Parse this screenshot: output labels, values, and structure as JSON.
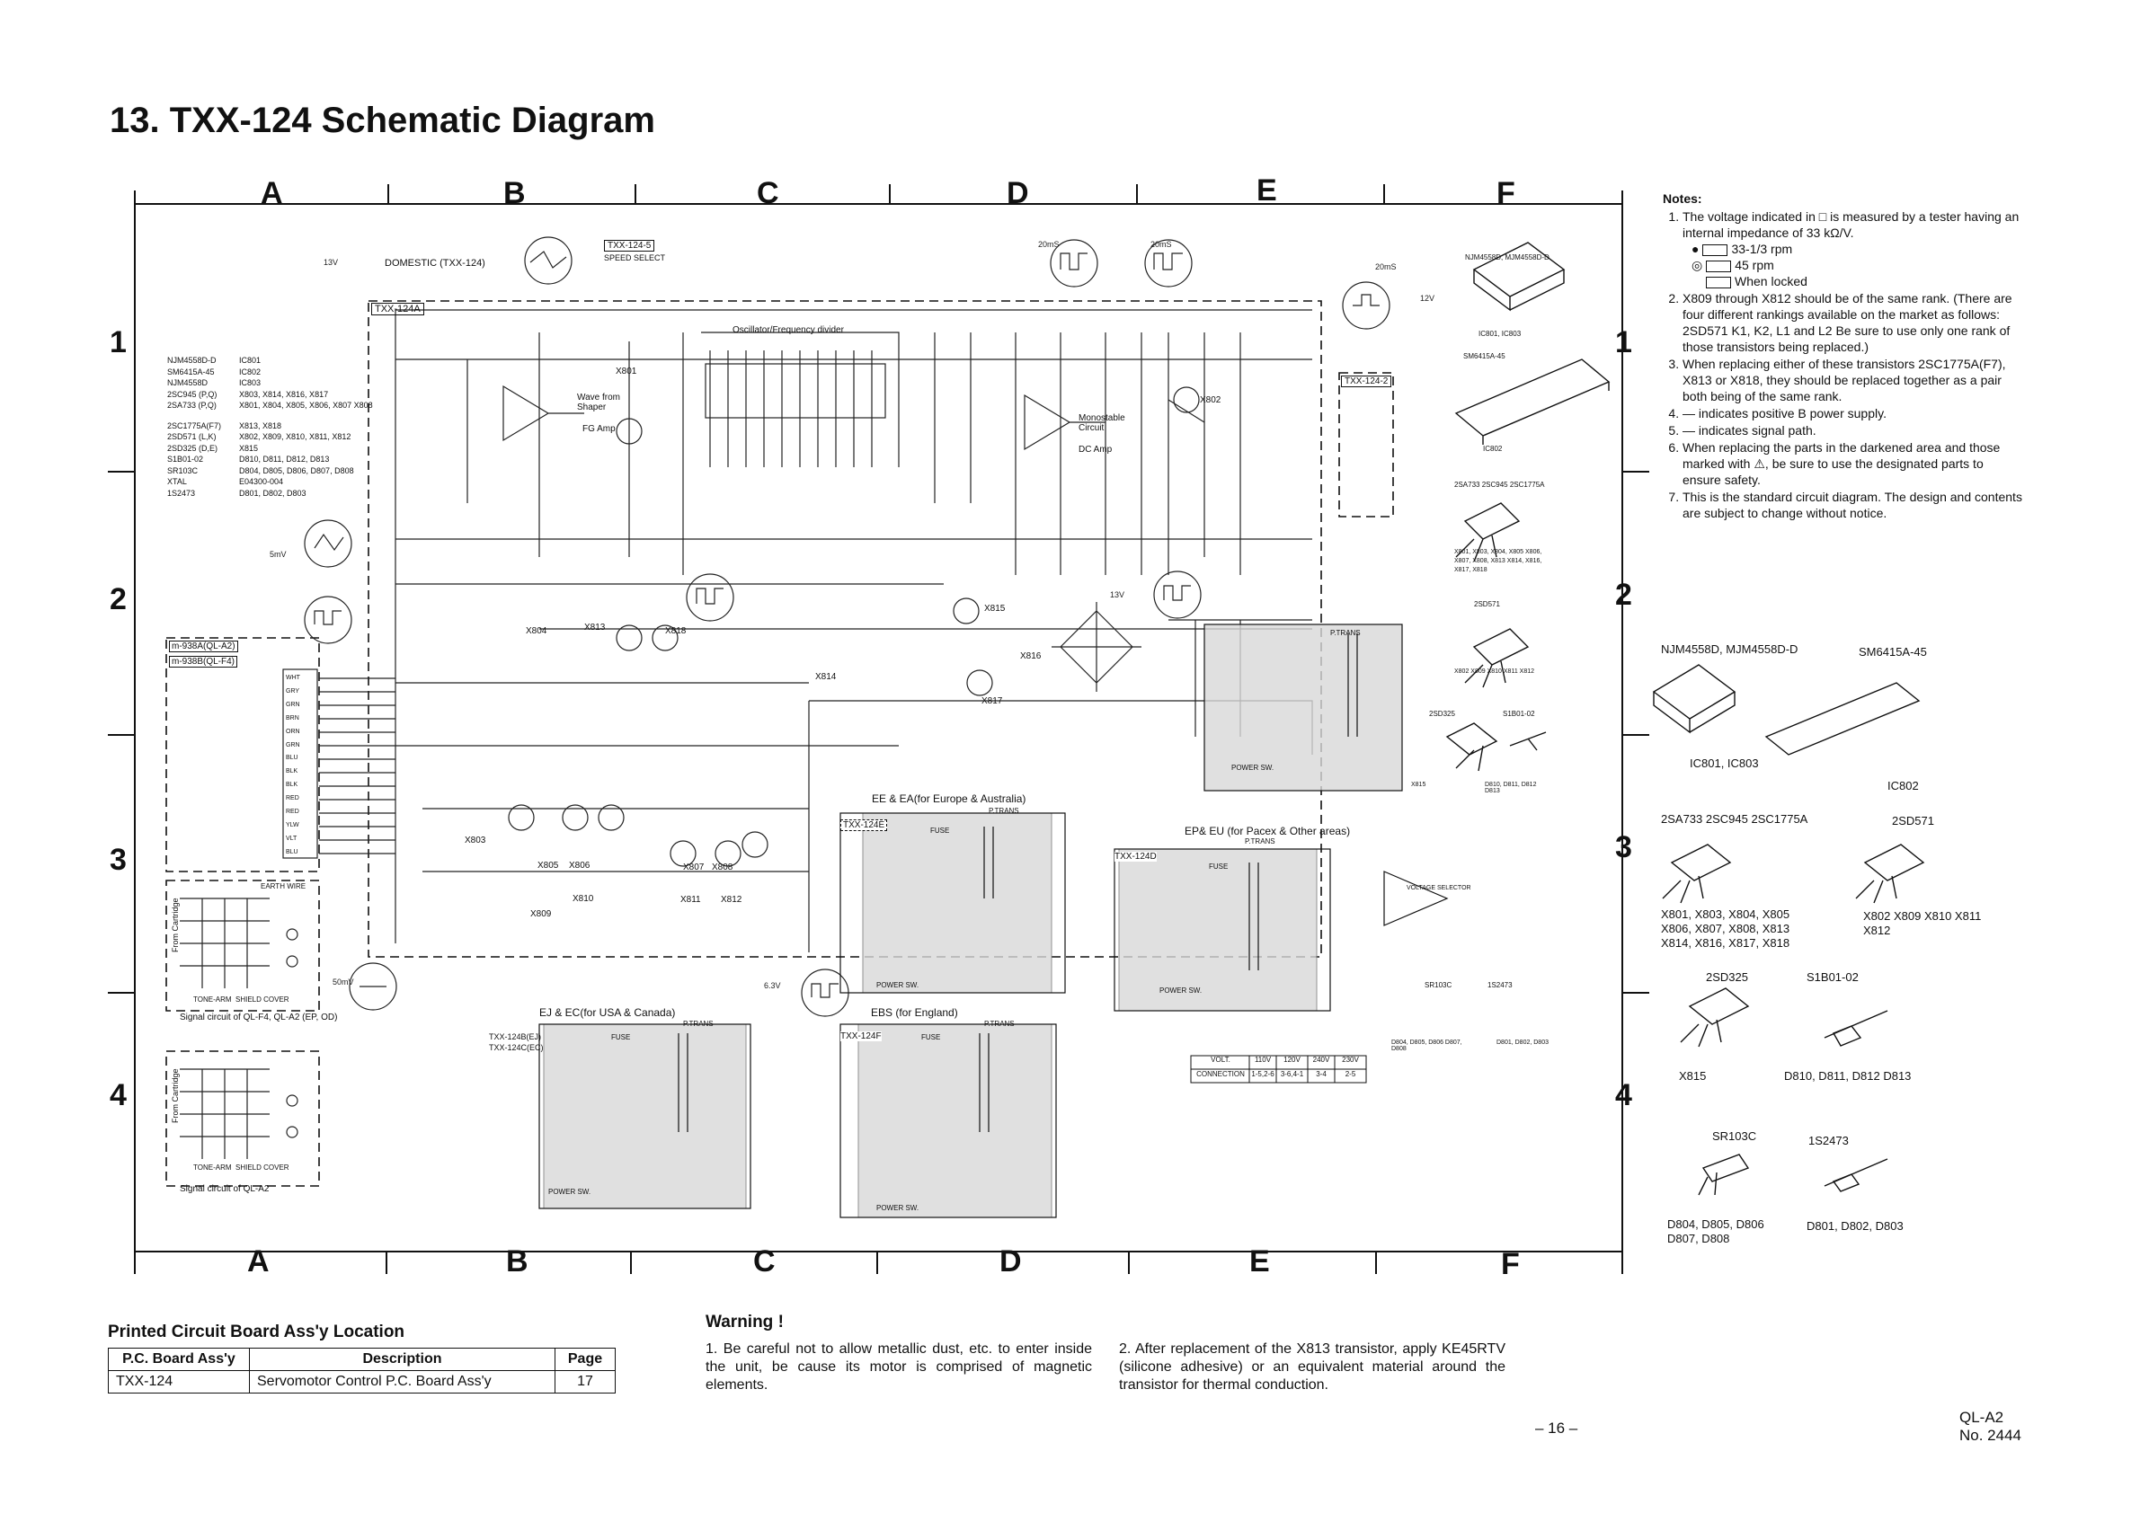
{
  "title": "13. TXX-124 Schematic Diagram",
  "grid": {
    "columns": [
      "A",
      "B",
      "C",
      "D",
      "E",
      "F"
    ],
    "rows": [
      "1",
      "2",
      "3",
      "4"
    ]
  },
  "schematic": {
    "domestic_label": "DOMESTIC (TXX-124)",
    "board_label": "TXX-124A",
    "board_label_2": "TXX-124-2",
    "board_label_5": "TXX-124-5",
    "speed_select": "SPEED SELECT",
    "osc_label": "Oscillator/Frequency divider",
    "wave_shaper": "Wave from Shaper",
    "fg_amp": "FG Amp",
    "monostable": "Monostable Circuit",
    "dc_amp": "DC Amp",
    "ic_list": [
      {
        "part": "NJM4558D-D",
        "ref": "IC801"
      },
      {
        "part": "SM6415A-45",
        "ref": "IC802"
      },
      {
        "part": "NJM4558D",
        "ref": "IC803"
      },
      {
        "part": "2SC945 (P,Q)",
        "ref": "X803, X814, X816, X817"
      },
      {
        "part": "2SA733 (P,Q)",
        "ref": "X801, X804, X805, X806, X807 X808"
      },
      {
        "part": "2SC1775A(F7)",
        "ref": "X813, X818"
      },
      {
        "part": "2SD571 (L,K)",
        "ref": "X802, X809, X810, X811, X812"
      },
      {
        "part": "2SD325 (D,E)",
        "ref": "X815"
      },
      {
        "part": "S1B01-02",
        "ref": "D810, D811, D812, D813"
      },
      {
        "part": "SR103C",
        "ref": "D804, D805, D806, D807, D808"
      },
      {
        "part": "XTAL",
        "ref": "E04300-004"
      },
      {
        "part": "1S2473",
        "ref": "D801, D802, D803"
      }
    ],
    "cartridge_label": "From Cartridge",
    "signal_circuit_1": "Signal circuit of QL-F4, QL-A2 (EP, OD)",
    "signal_circuit_2": "Signal circuit of QL-A2",
    "tone_arm": "TONE-ARM",
    "shield_cover": "SHIELD COVER",
    "earth_wire": "EARTH WIRE",
    "wire_colors": [
      "WHT",
      "GRY",
      "GRN",
      "BRN",
      "ORN",
      "GRN",
      "BLU",
      "BLK",
      "BLK",
      "RED",
      "RED",
      "YLW",
      "VLT",
      "BLU"
    ],
    "m938": "m-938A(QL-A2)",
    "m938b": "m-938B(QL-F4)",
    "regions": {
      "ee_ea": "EE & EA(for Europe & Australia)",
      "ep_eu": "EP& EU (for Pacex & Other areas)",
      "ej_ec": "EJ & EC(for USA & Canada)",
      "ebs": "EBS (for England)",
      "txx_124e": "TXX-124E",
      "txx_124d": "TXX-124D",
      "txx_124f": "TXX-124F",
      "txx_124b": "TXX-124B(EJ)",
      "txx_124c": "TXX-124C(EC)",
      "power_sw": "POWER SW.",
      "p_trans": "P.TRANS",
      "fuse": "FUSE",
      "voltage_selector": "VOLTAGE SELECTOR"
    },
    "voltage_table": {
      "headers": [
        "VOLT.",
        "110V",
        "120V",
        "240V",
        "230V"
      ],
      "row": [
        "CONNECTION",
        "1-5,2-6",
        "3-6,4-1",
        "3-4",
        "2-5"
      ]
    },
    "transistors": [
      "X801",
      "X802",
      "X803",
      "X804",
      "X805",
      "X806",
      "X807",
      "X808",
      "X809",
      "X810",
      "X811",
      "X812",
      "X813",
      "X814",
      "X815",
      "X816",
      "X817",
      "X818"
    ],
    "packages": {
      "ic801": "NJM4558D, MJM4558D-D",
      "ic801_ref": "IC801, IC803",
      "ic802": "SM6415A-45",
      "ic802_ref": "IC802",
      "transistor_types": "2SA733  2SC945  2SC1775A",
      "transistor_refs": "X801, X803, X804, X805 X806, X807, X808, X813 X814, X816, X817, X818",
      "sd571": "2SD571",
      "sd571_refs": "X802 X809 X810 X811 X812",
      "sd325": "2SD325",
      "sd325_ref": "X815",
      "s1b01": "S1B01-02",
      "s1b01_refs": "D810, D811, D812 D813",
      "sr103c": "SR103C",
      "sr103c_refs": "D804, D805, D806 D807, D808",
      "is2473": "1S2473",
      "is2473_refs": "D801, D802, D803"
    }
  },
  "notes": {
    "heading": "Notes:",
    "items": [
      "The voltage indicated in □ is measured by a tester having an internal impedance of 33 kΩ/V.",
      "X809 through X812 should be of the same rank. (There are four different rankings available on the market as follows: 2SD571 K1, K2, L1 and L2 Be sure to use only one rank of those transistors being replaced.)",
      "When replacing either of these transistors 2SC1775A(F7), X813 or X818, they should be replaced together as a pair both being of the same rank.",
      "— indicates positive B power supply.",
      "— indicates signal path.",
      "When replacing the parts in the darkened area and those marked with ⚠, be sure to use the designated parts to ensure safety.",
      "This is the standard circuit diagram. The design and contents are subject to change without notice."
    ],
    "legend": [
      {
        "symbol": "●",
        "text": "33-1/3 rpm"
      },
      {
        "symbol": "◎",
        "text": "45 rpm"
      },
      {
        "symbol": "",
        "text": "When locked"
      }
    ]
  },
  "pcb_location": {
    "heading": "Printed Circuit Board Ass'y Location",
    "headers": [
      "P.C. Board Ass'y",
      "Description",
      "Page"
    ],
    "rows": [
      [
        "TXX-124",
        "Servomotor Control P.C. Board Ass'y",
        "17"
      ]
    ]
  },
  "warning": {
    "heading": "Warning !",
    "items": [
      "1. Be careful not to allow metallic dust, etc. to enter inside the unit, be cause its motor is comprised of magnetic elements.",
      "2. After replacement of the X813 transistor, apply KE45RTV (silicone adhesive) or an equivalent material around the transistor for thermal conduction."
    ]
  },
  "footer": {
    "page": "– 16 –",
    "model": "QL-A2",
    "number": "No. 2444"
  }
}
